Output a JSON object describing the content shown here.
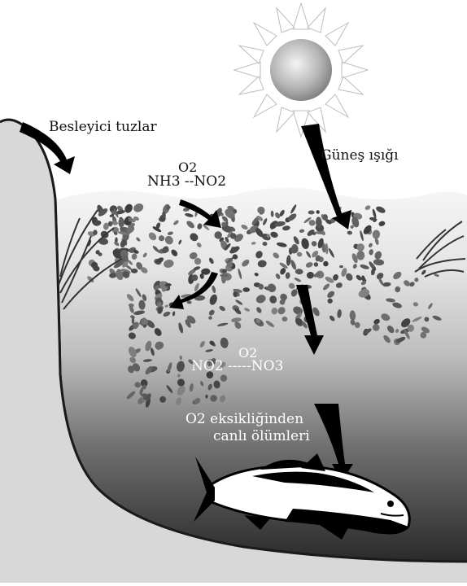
{
  "labels": {
    "nutrient_salts": "Besleyici tuzlar",
    "sunlight": "Güneş ışığı",
    "o2_top": "O2",
    "ammonia_to_nitrite": "NH3 --NO2",
    "o2_middle": "O2",
    "nitrite_to_nitrate": "NO2 -----NO3",
    "oxygen_deficiency_line1": "O2 eksikliğinden",
    "oxygen_deficiency_line2": "canlı ölümleri"
  },
  "colors": {
    "water_top": "#f2f2f2",
    "water_bottom": "#2e2e2e",
    "shore": "#d6d6d6",
    "arrows": "#000000",
    "algae": "#555555",
    "sun_core": "#9a9a9a",
    "fish_body": "#ffffff"
  },
  "icons": [
    "sun-icon",
    "fish-icon",
    "aquatic-plant-icon",
    "algae-particles"
  ]
}
